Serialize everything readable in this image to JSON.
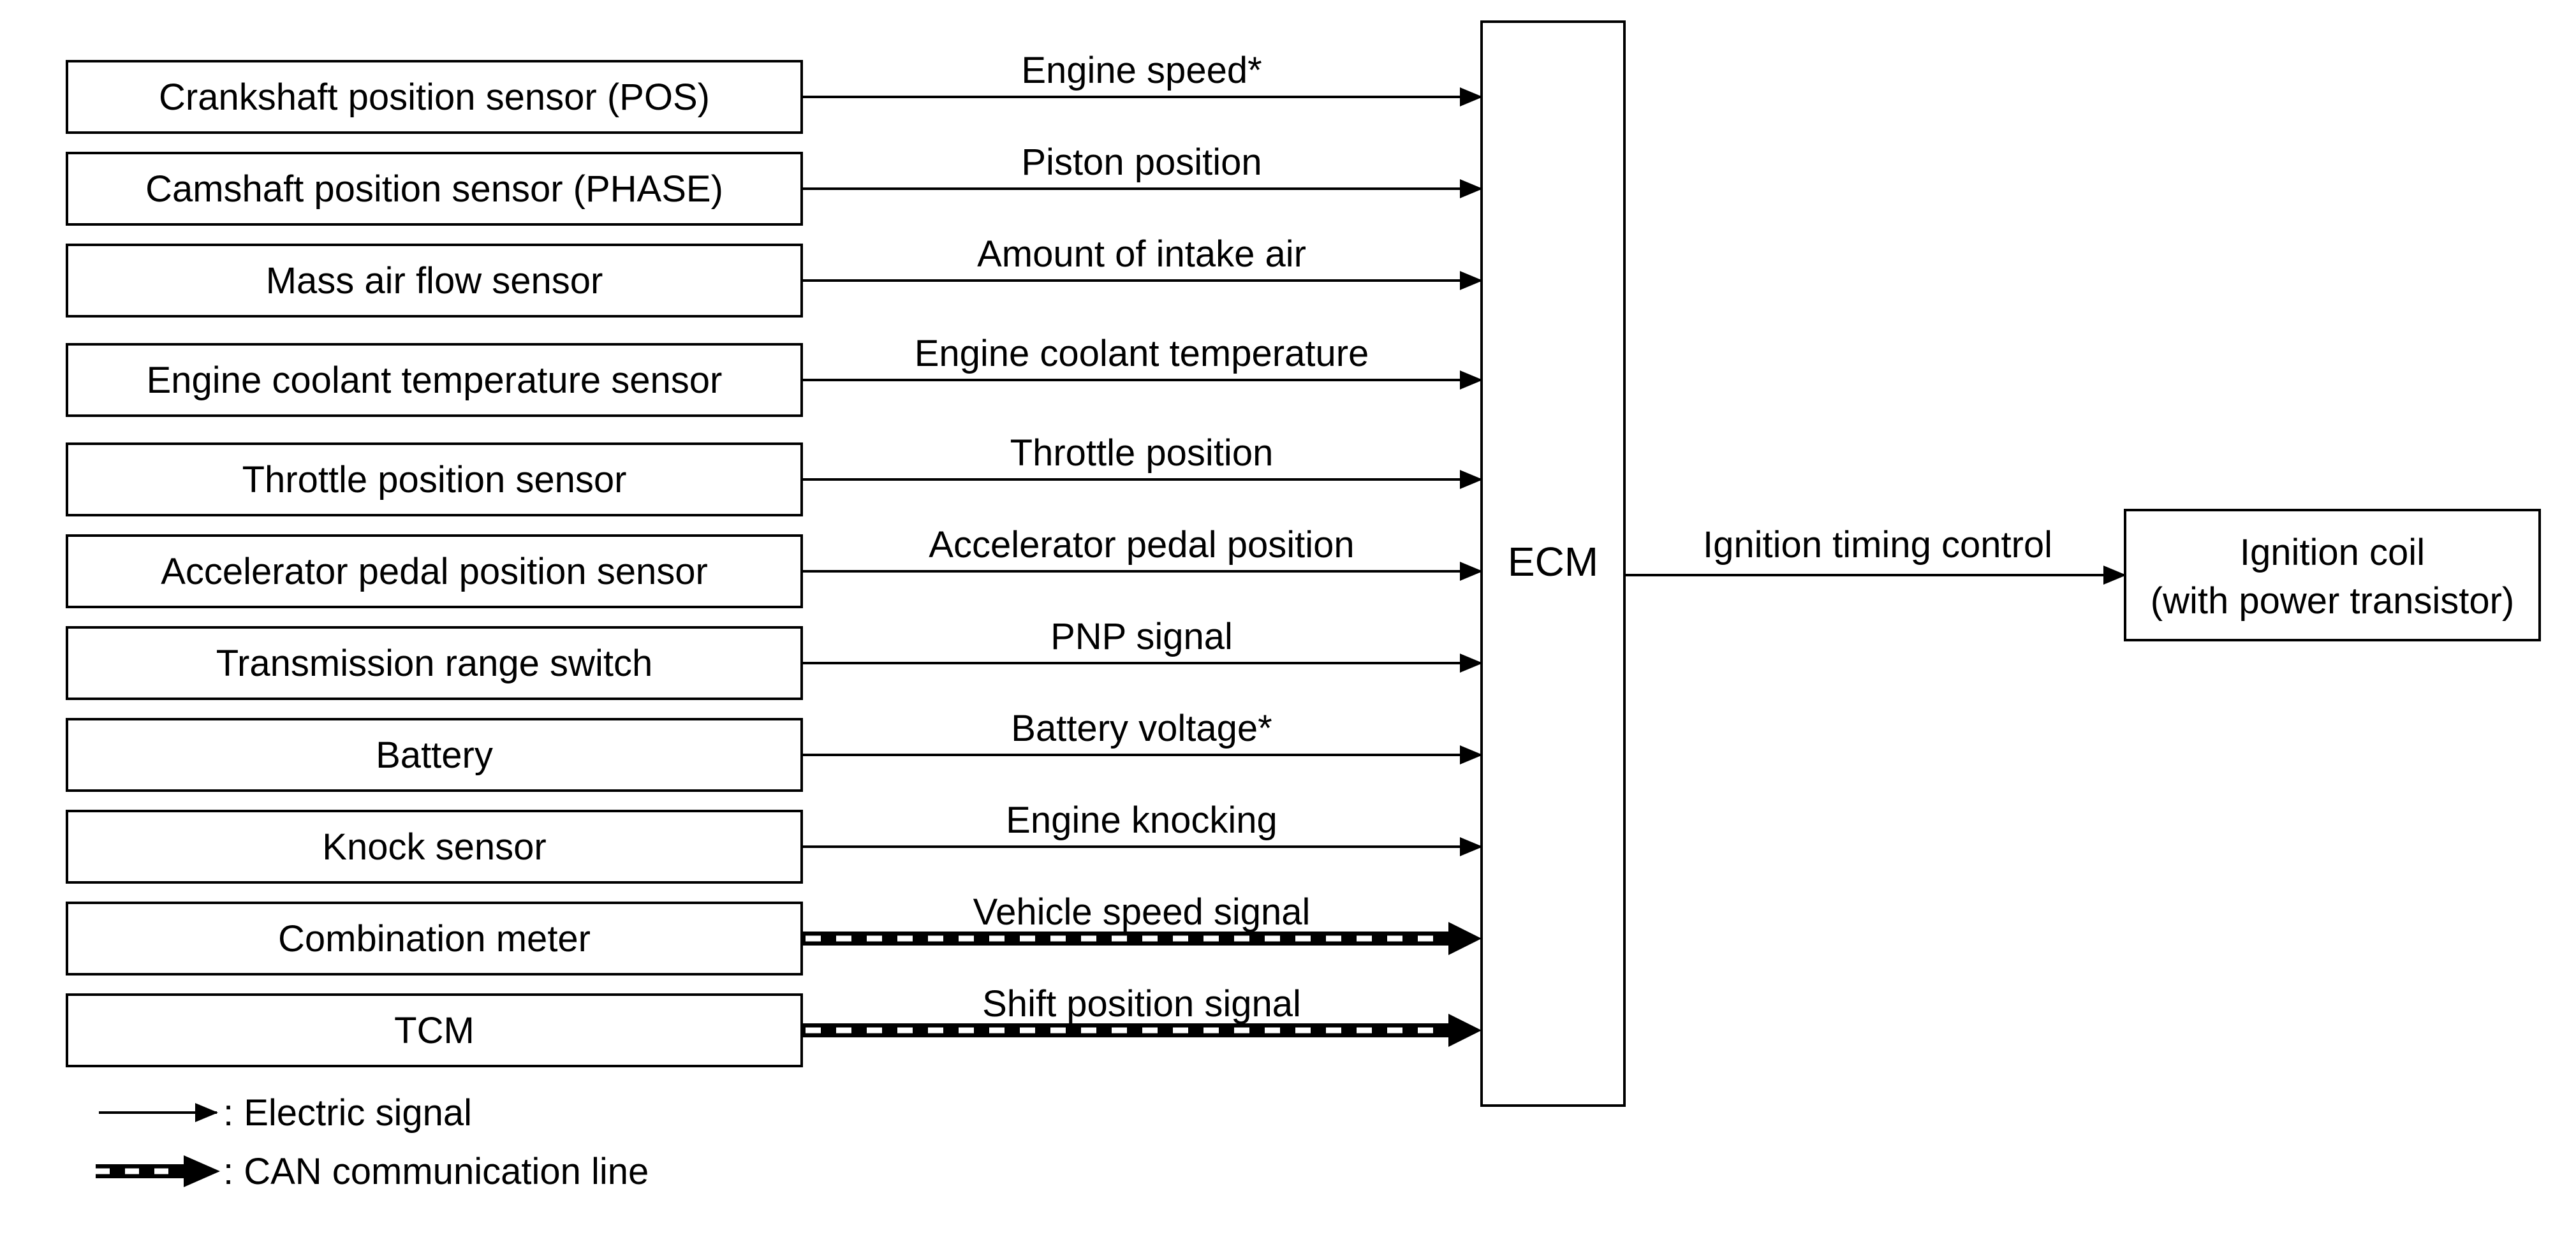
{
  "inputs": [
    {
      "sensor": "Crankshaft position sensor (POS)",
      "signal": "Engine speed*",
      "line": "electric"
    },
    {
      "sensor": "Camshaft position sensor (PHASE)",
      "signal": "Piston position",
      "line": "electric"
    },
    {
      "sensor": "Mass air flow sensor",
      "signal": "Amount of intake air",
      "line": "electric"
    },
    {
      "sensor": "Engine coolant temperature sensor",
      "signal": "Engine coolant temperature",
      "line": "electric"
    },
    {
      "sensor": "Throttle position sensor",
      "signal": "Throttle position",
      "line": "electric"
    },
    {
      "sensor": "Accelerator pedal position sensor",
      "signal": "Accelerator pedal position",
      "line": "electric"
    },
    {
      "sensor": "Transmission range switch",
      "signal": "PNP signal",
      "line": "electric"
    },
    {
      "sensor": "Battery",
      "signal": "Battery voltage*",
      "line": "electric"
    },
    {
      "sensor": "Knock sensor",
      "signal": "Engine knocking",
      "line": "electric"
    },
    {
      "sensor": "Combination meter",
      "signal": "Vehicle speed signal",
      "line": "can"
    },
    {
      "sensor": "TCM",
      "signal": "Shift position signal",
      "line": "can"
    }
  ],
  "ecm": {
    "label": "ECM"
  },
  "output": {
    "signal": "Ignition timing control",
    "device_line1": "Ignition coil",
    "device_line2": "(with power transistor)"
  },
  "legend": {
    "electric": ": Electric signal",
    "can": ": CAN communication line"
  }
}
